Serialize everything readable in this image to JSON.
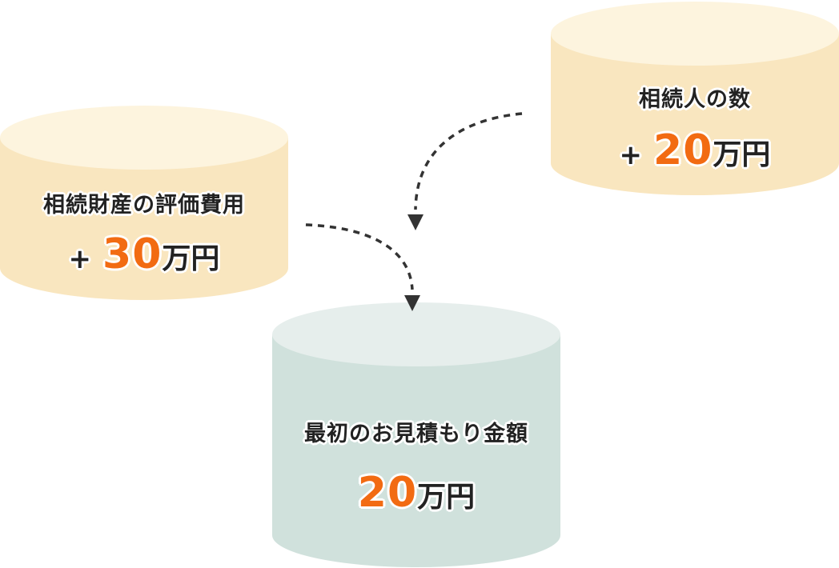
{
  "colors": {
    "accent": "#f26b12",
    "cream_top": "#fdf4de",
    "cream_body": "#f9e6bf",
    "mint_top": "#e6eeec",
    "mint_body": "#d0e1dc",
    "arrow": "#333333"
  },
  "nodes": {
    "heirs": {
      "title": "相続人の数",
      "plus": "+",
      "number": "20",
      "unit": "万円"
    },
    "assets": {
      "title": "相続財産の評価費用",
      "plus": "+",
      "number": "30",
      "unit": "万円"
    },
    "base": {
      "title": "最初のお見積もり金額",
      "number": "20",
      "unit": "万円"
    }
  }
}
